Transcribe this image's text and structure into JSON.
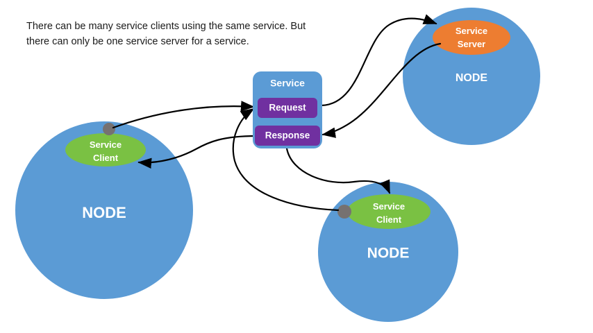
{
  "caption": {
    "line1": "There can be many service clients using the same service. But",
    "line2": "there can only be one service server for a service."
  },
  "colors": {
    "node_blue": "#5b9bd5",
    "service_box_blue": "#5b9bd5",
    "request_purple": "#7030a0",
    "response_purple": "#7030a0",
    "client_green": "#7ac143",
    "server_orange": "#ed7d31",
    "connector_black": "#000000",
    "port_gray": "#767171",
    "text_white": "#ffffff",
    "caption_text": "#1a1a1a"
  },
  "service": {
    "title": "Service",
    "request_label": "Request",
    "response_label": "Response"
  },
  "nodes": [
    {
      "id": "node-top-right",
      "label": "NODE",
      "role_line1": "Service",
      "role_line2": "Server",
      "role_full": "Service Server",
      "role_type": "server"
    },
    {
      "id": "node-left",
      "label": "NODE",
      "role_line1": "Service",
      "role_line2": "Client",
      "role_full": "Service Client",
      "role_type": "client"
    },
    {
      "id": "node-bottom",
      "label": "NODE",
      "role_line1": "Service",
      "role_line2": "Client",
      "role_full": "Service Client",
      "role_type": "client"
    }
  ],
  "connections": [
    {
      "id": "left-client-to-request",
      "from": "node-left client port",
      "to": "Request"
    },
    {
      "id": "bottom-client-to-request",
      "from": "node-bottom client port",
      "to": "Request"
    },
    {
      "id": "request-to-server",
      "from": "Request",
      "to": "Service Server"
    },
    {
      "id": "server-to-response",
      "from": "Service Server",
      "to": "Response"
    },
    {
      "id": "response-to-left-client",
      "from": "Response",
      "to": "node-left Service Client"
    },
    {
      "id": "response-to-bottom-client",
      "from": "Response",
      "to": "node-bottom Service Client"
    }
  ]
}
